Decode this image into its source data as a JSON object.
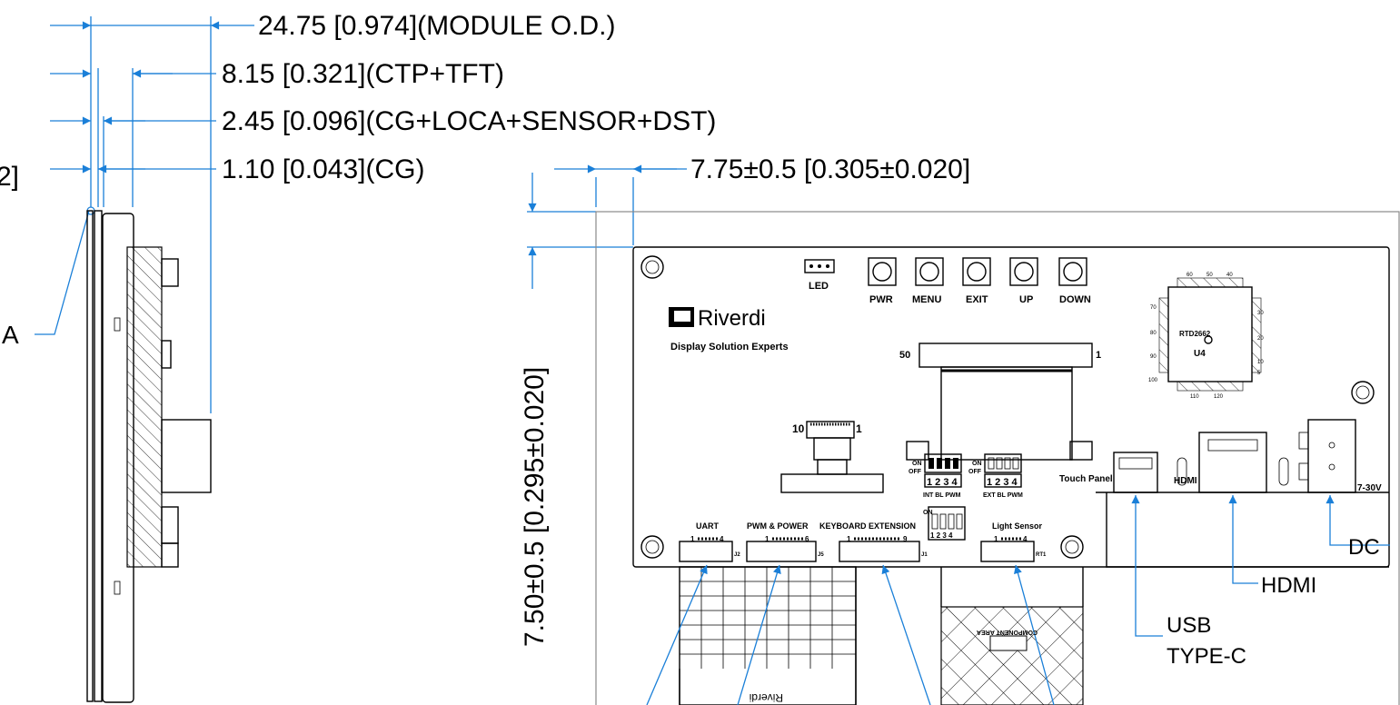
{
  "dimensions": {
    "module_od": "24.75 [0.974](MODULE O.D.)",
    "ctp_tft": "8.15 [0.321](CTP+TFT)",
    "cg_stack": "2.45 [0.096](CG+LOCA+SENSOR+DST)",
    "cg": "1.10 [0.043](CG)",
    "offset_x": "7.75±0.5 [0.305±0.020]",
    "offset_y": "7.50±0.5 [0.295±0.020]",
    "left_partial_a": "2]",
    "left_partial_b": "A"
  },
  "board": {
    "logo_text": "Riverdi",
    "tagline": "Display Solution Experts",
    "led_label": "LED",
    "buttons": [
      "PWR",
      "MENU",
      "EXIT",
      "UP",
      "DOWN"
    ],
    "fpc": {
      "left_pin": "50",
      "right_pin": "1"
    },
    "small_connector": {
      "left_pin": "10",
      "right_pin": "1"
    },
    "chip": {
      "name": "RTD2662",
      "ref": "U4",
      "pins_top": [
        "60",
        "50",
        "40"
      ],
      "pins_left": [
        "70",
        "80",
        "90",
        "100"
      ],
      "pins_right": [
        "30",
        "20",
        "10",
        "5"
      ],
      "pins_bottom": [
        "110",
        "120"
      ]
    },
    "dip1": {
      "on": "ON",
      "off": "OFF",
      "nums": "1 2 3 4",
      "caption": "INT BL PWM"
    },
    "dip2": {
      "on": "ON",
      "off": "OFF",
      "nums": "1 2 3 4",
      "caption": "EXT BL PWM"
    },
    "dip3": {
      "on": "ON",
      "nums": "1 2 3 4"
    },
    "touch_panel": "Touch Panel",
    "hdmi_small": "HDMI",
    "power_range": "7-30V",
    "headers": [
      {
        "title": "UART",
        "pins": "1",
        "end": "4",
        "ref": "J2"
      },
      {
        "title": "PWM & POWER",
        "pins": "1",
        "end": "6",
        "ref": "J5"
      },
      {
        "title": "KEYBOARD EXTENSION",
        "pins": "1",
        "end": "9",
        "ref": "J1"
      },
      {
        "title": "Light Sensor",
        "pins": "1",
        "end": "4",
        "ref": "RT1"
      }
    ],
    "component_area": "COMPONENT AREA",
    "flex_logo": "Riverdi"
  },
  "callouts": {
    "dc": "DC",
    "hdmi": "HDMI",
    "usb_line1": "USB",
    "usb_line2": "TYPE-C"
  }
}
